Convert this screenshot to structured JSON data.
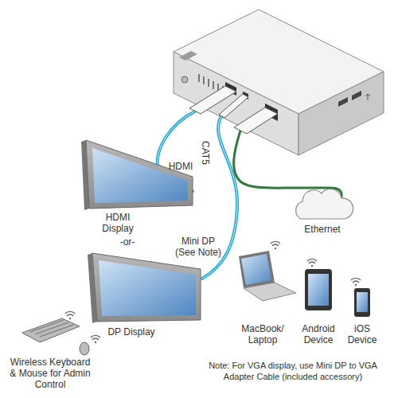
{
  "diagram": {
    "nodes": [
      {
        "text": [
          "HDMI Display"
        ]
      },
      {
        "text": [
          "Ethernet"
        ]
      },
      {
        "text": [
          "DP Display"
        ]
      },
      {
        "text": [
          "MacBook/ Laptop"
        ]
      },
      {
        "text": [
          "Android Device"
        ]
      },
      {
        "text": [
          "iOS Device"
        ]
      },
      {
        "text": [
          "Wireless Keyboard & Mouse for Admin Control"
        ]
      }
    ],
    "labels": [
      "HDMI",
      "CAT5",
      "-or-",
      "Mini DP (See Note)",
      "Note: For VGA display, use Mini DP to VGA Adapter Cable (included accessory)"
    ]
  }
}
